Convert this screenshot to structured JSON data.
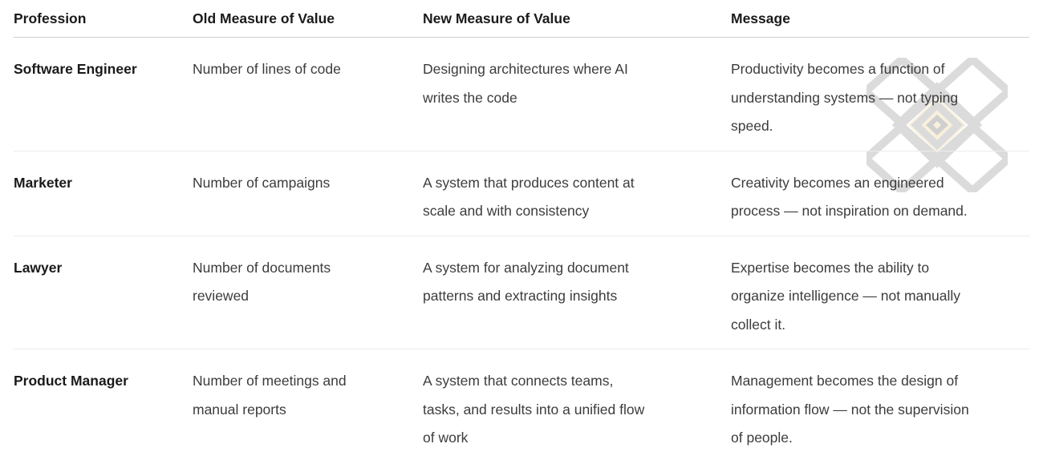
{
  "page": {
    "background": "#ffffff"
  },
  "watermark": {
    "icon": "nested-diamonds-logo",
    "gray": "#dbdbdb",
    "cream": "#f8f0dc",
    "center_gray": "#cfcfcf"
  },
  "table": {
    "border_colors": {
      "header_divider": "#cfcfcf",
      "row_divider": "#ececec"
    },
    "text_colors": {
      "header": "#1a1a1a",
      "body": "#3c3c3c"
    },
    "headers": [
      "Profession",
      "Old Measure of Value",
      "New Measure of Value",
      "Message"
    ],
    "rows": [
      {
        "profession": "Software Engineer",
        "old_measure": "Number of lines of code",
        "new_measure": "Designing architectures where AI\nwrites the code",
        "message": "Productivity becomes a function of\nunderstanding systems — not typing\nspeed."
      },
      {
        "profession": "Marketer",
        "old_measure": "Number of campaigns",
        "new_measure": "A system that produces content at\nscale and with consistency",
        "message": "Creativity becomes an engineered\nprocess — not inspiration on demand."
      },
      {
        "profession": "Lawyer",
        "old_measure": "Number of documents\nreviewed",
        "new_measure": "A system for analyzing document\npatterns and extracting insights",
        "message": "Expertise becomes the ability to\norganize intelligence — not manually\ncollect it."
      },
      {
        "profession": "Product Manager",
        "old_measure": "Number of meetings and\nmanual reports",
        "new_measure": "A system that connects teams,\ntasks, and results into a unified flow\nof work",
        "message": "Management becomes the design of\ninformation flow — not the supervision\nof people."
      }
    ]
  }
}
